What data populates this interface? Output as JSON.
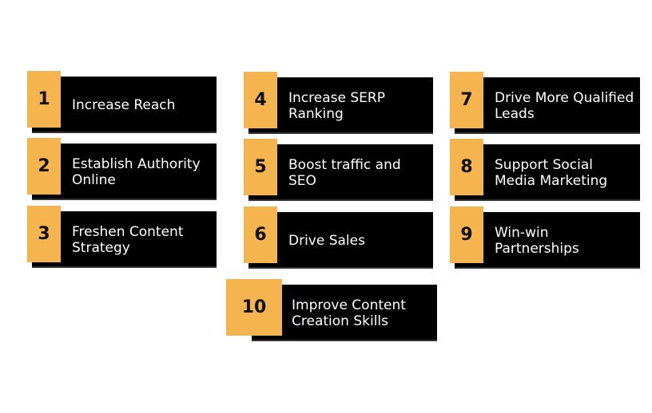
{
  "colors": {
    "accent": "#f6b44e",
    "box": "#000000",
    "text": "#ffffff"
  },
  "items": [
    {
      "number": "1",
      "label": "Increase Reach"
    },
    {
      "number": "2",
      "label": "Establish Authority Online"
    },
    {
      "number": "3",
      "label": "Freshen Content Strategy"
    },
    {
      "number": "4",
      "label": "Increase SERP Ranking"
    },
    {
      "number": "5",
      "label": "Boost traffic and SEO"
    },
    {
      "number": "6",
      "label": "Drive Sales"
    },
    {
      "number": "7",
      "label": "Drive More Qualified Leads"
    },
    {
      "number": "8",
      "label": "Support Social Media Marketing"
    },
    {
      "number": "9",
      "label": "Win-win Partnerships"
    },
    {
      "number": "10",
      "label": "Improve Content Creation Skills"
    }
  ]
}
